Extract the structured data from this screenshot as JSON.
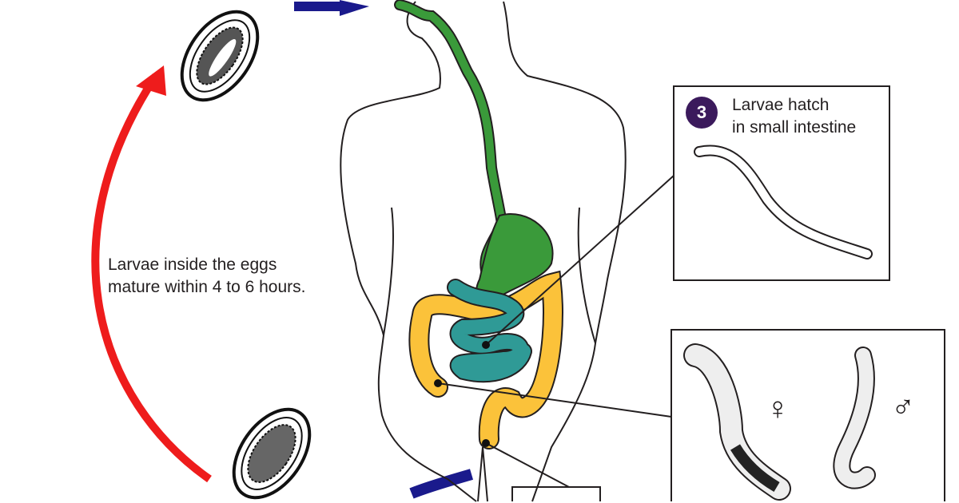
{
  "labels": {
    "maturation": [
      "Larvae inside the eggs",
      "mature within 4 to 6 hours."
    ],
    "step3": {
      "number": "3",
      "lines": [
        "Larvae hatch",
        "in small intestine"
      ]
    },
    "female_symbol": "♀",
    "male_symbol": "♂"
  },
  "colors": {
    "esophagus_stomach": "#3a9a3a",
    "small_intestine": "#2f9a96",
    "colon": "#fbc23a",
    "cycle_arrow": "#ee1c1c",
    "transmission_arrow": "#1a1a8c",
    "badge": "#3b1a5c"
  }
}
